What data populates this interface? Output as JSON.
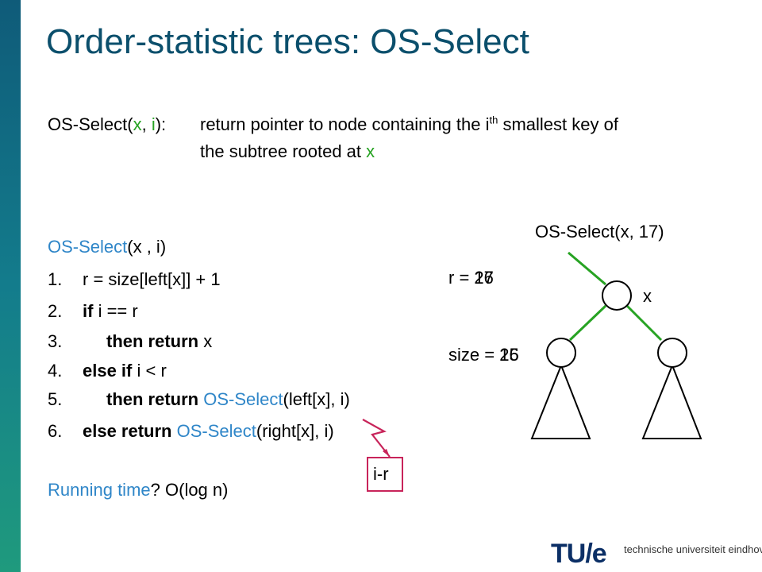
{
  "slide": {
    "title": "Order-statistic trees: OS-Select",
    "definition": {
      "call_func": "OS-Select(",
      "call_x": "x",
      "call_sep": ", ",
      "call_i": "i",
      "call_end": "):",
      "desc1_pre": "return pointer to node containing the i",
      "desc1_sup": "th",
      "desc1_post": " smallest key of",
      "desc2_pre": "the subtree rooted at ",
      "desc2_x": "x"
    },
    "code": {
      "header_func": "OS-Select",
      "header_args": "(x , i)",
      "line1_num": "1.",
      "line1_text": "r = size[left[x]] + 1",
      "line2_num": "2.",
      "line2_kw": "if",
      "line2_text": " i == r",
      "line3_num": "3.",
      "line3_kw": "then return",
      "line3_text": " x",
      "line4_num": "4.",
      "line4_kw": "else if",
      "line4_text": " i < r",
      "line5_num": "5.",
      "line5_kw": "then return",
      "line5_func": " OS-Select",
      "line5_text": "(left[x], i)",
      "line6_num": "6.",
      "line6_kw": "else return",
      "line6_func": " OS-Select",
      "line6_text": "(right[x], i)",
      "annotation": "i-r"
    },
    "running_time": {
      "label": "Running time",
      "q": "? ",
      "answer": "O(log n)"
    },
    "diagram": {
      "call": "OS-Select(x, 17)",
      "node_label": "x",
      "r_prefix": "r = ",
      "r_values": [
        "17",
        "26"
      ],
      "size_prefix": "size = ",
      "size_values": [
        "16",
        "25"
      ]
    },
    "footer": {
      "logo": "TU/e",
      "institution": "technische universiteit eindhoven"
    },
    "colors": {
      "title": "#0b4f6c",
      "keyword_blue": "#2f86c8",
      "keyword_green": "#27a323",
      "tree_edge": "#27a323",
      "annotation": "#c8245a"
    }
  }
}
